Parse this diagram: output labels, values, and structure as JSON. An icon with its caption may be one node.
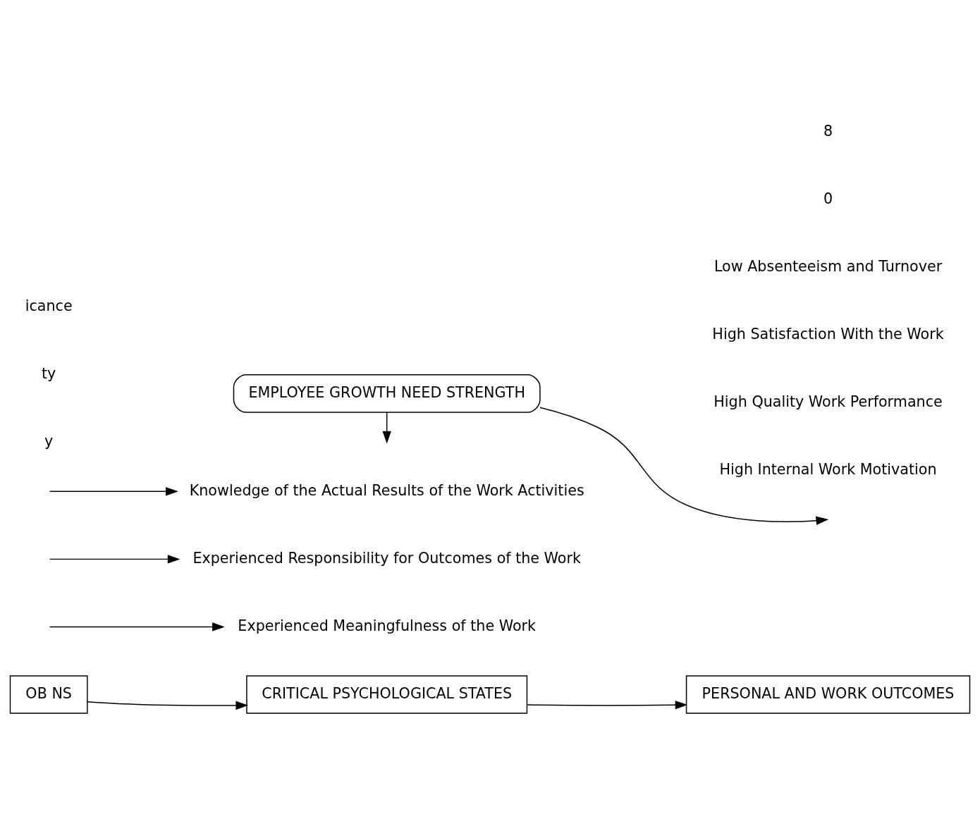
{
  "diagram": {
    "nodes": [
      {
        "text": [
          "OB NS"
        ]
      },
      {
        "text": [
          "CRITICAL PSYCHOLOGICAL STATES"
        ]
      },
      {
        "text": [
          "PERSONAL AND WORK OUTCOMES"
        ]
      },
      {
        "text": [
          "Experienced Meaningfulness of the Work"
        ]
      },
      {
        "text": [
          "Experienced Responsibility for Outcomes of the Work"
        ]
      },
      {
        "text": [
          "Knowledge of the Actual Results of the Work Activities"
        ]
      },
      {
        "text": [
          "EMPLOYEE GROWTH NEED STRENGTH"
        ]
      }
    ],
    "edges": [
      {
        "from": 0,
        "to": 1,
        "arrow": "to"
      },
      {
        "from": 1,
        "to": 2,
        "arrow": "to"
      },
      {
        "from": null,
        "to": 3,
        "arrow": "to"
      },
      {
        "from": null,
        "to": 4,
        "arrow": "to"
      },
      {
        "from": null,
        "to": 5,
        "arrow": "to"
      },
      {
        "from": 6,
        "to": null,
        "arrow": "to"
      },
      {
        "from": 6,
        "to": null,
        "arrow": "to"
      }
    ],
    "labels": [
      "y",
      "ty",
      "icance",
      "High Internal Work Motivation",
      "High Quality Work Performance",
      "High Satisfaction With the Work",
      "Low Absenteeism and Turnover",
      "0",
      "8"
    ]
  }
}
